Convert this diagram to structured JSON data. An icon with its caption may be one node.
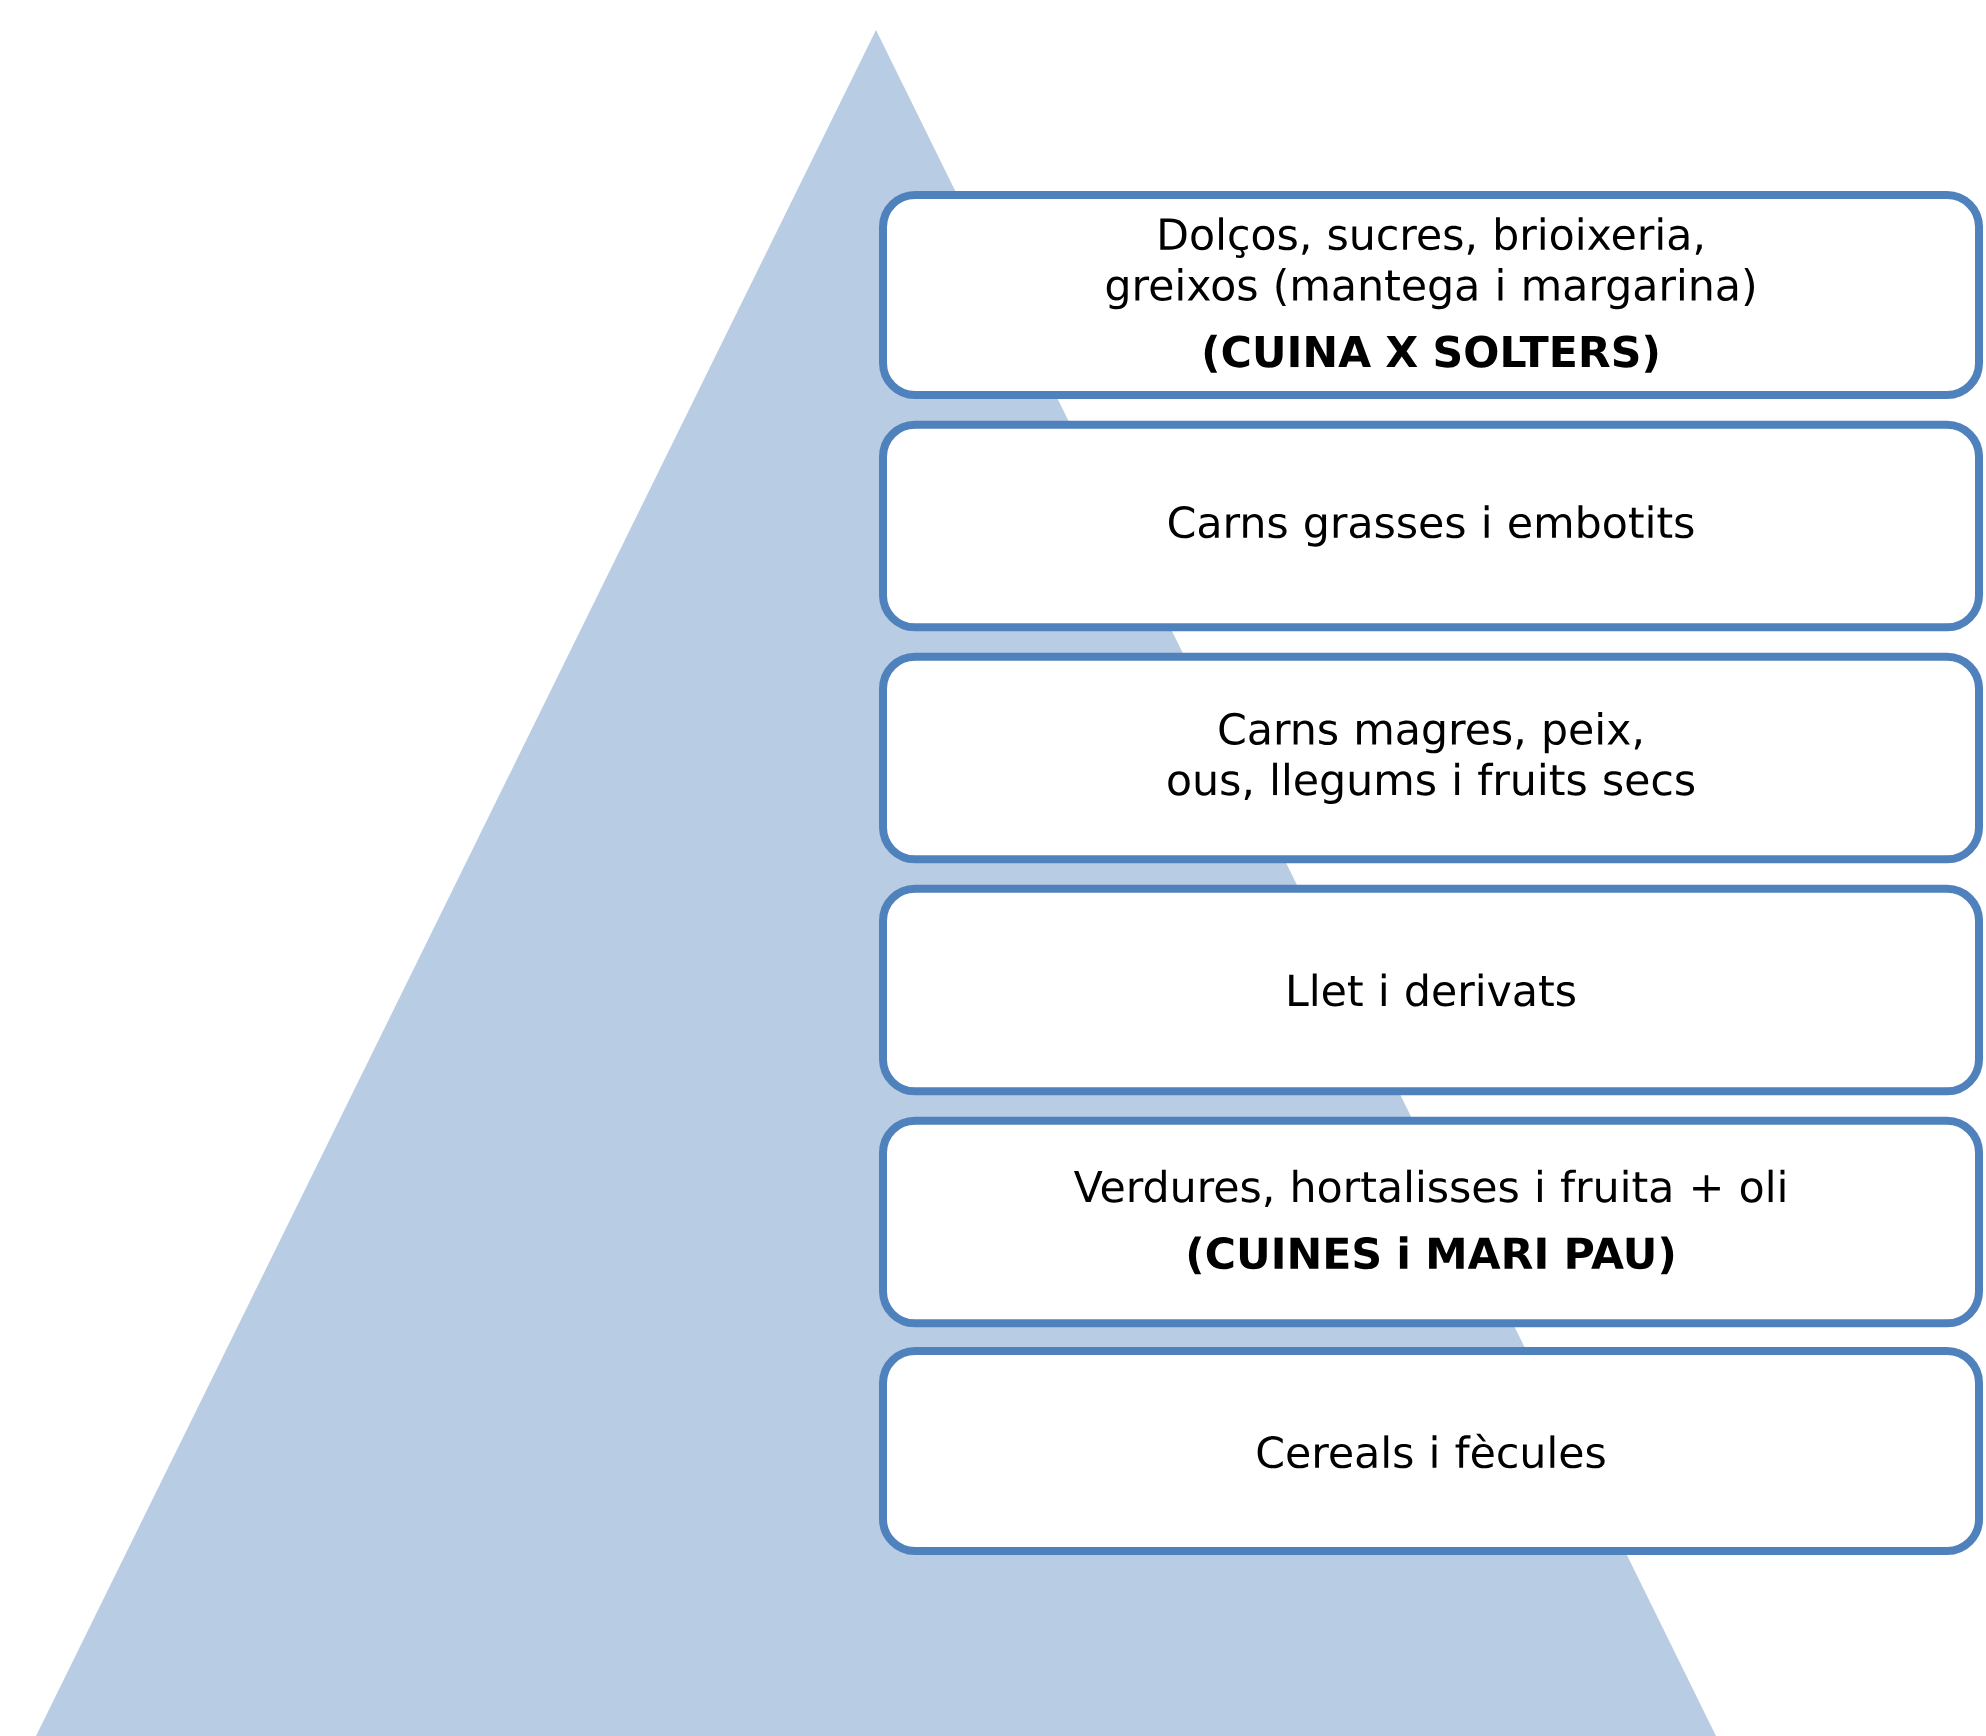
{
  "diagram": {
    "nodes": [
      {
        "text": [],
        "shape": "triangle"
      },
      {
        "text": [
          "Dolços, sucres, brioixeria, greixos (mantega i margarina)",
          "(CUINA X SOLTERS)"
        ]
      },
      {
        "text": [
          "Carns grasses i embotits"
        ]
      },
      {
        "text": [
          "Carns magres, peix, ous, llegums i fruits secs"
        ]
      },
      {
        "text": [
          "Llet i derivats"
        ]
      },
      {
        "text": [
          "Verdures, hortalisses i fruita + oli",
          "(CUINES i MARI PAU)"
        ]
      },
      {
        "text": [
          "Cereals i fècules"
        ]
      }
    ]
  }
}
